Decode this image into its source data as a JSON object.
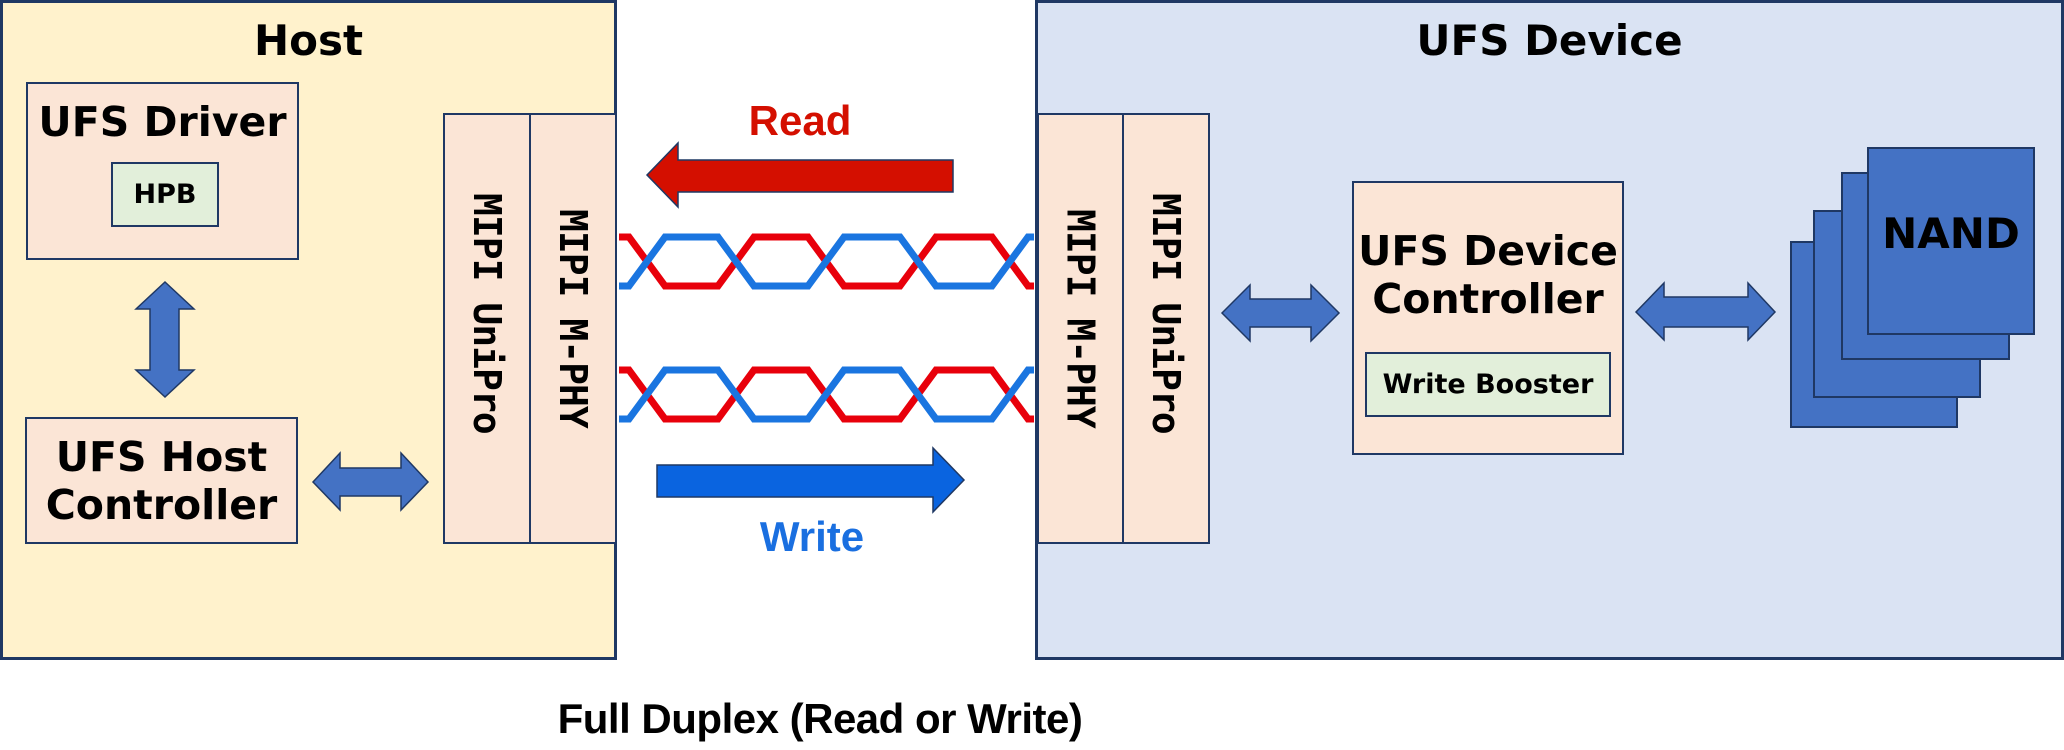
{
  "host": {
    "title": "Host",
    "ufs_driver": {
      "label": "UFS Driver",
      "sub_block": "HPB"
    },
    "ufs_host_controller": {
      "line1": "UFS Host",
      "line2": "Controller"
    },
    "mipi_unipro": "MIPI UniPro",
    "mipi_mphy": "MIPI M-PHY"
  },
  "link": {
    "read_label": "Read",
    "write_label": "Write",
    "caption": "Full Duplex (Read or Write)",
    "lanes": 2,
    "colors": {
      "read": "#d40f00",
      "write": "#0a64e0",
      "wire_red": "#e8000b",
      "wire_blue": "#1a75e0"
    }
  },
  "device": {
    "title": "UFS Device",
    "mipi_mphy": "MIPI M-PHY",
    "mipi_unipro": "MIPI UniPro",
    "ufs_device_controller": {
      "line1": "UFS Device",
      "line2": "Controller",
      "sub_block": "Write Booster"
    },
    "nand": {
      "label": "NAND",
      "layers": 4
    }
  },
  "colors": {
    "host_bg": "#fff2cc",
    "device_bg": "#dae3f3",
    "block_bg": "#fbe5d6",
    "sub_block_bg": "#e2efda",
    "border": "#1f3864",
    "connector": "#4472c4"
  }
}
